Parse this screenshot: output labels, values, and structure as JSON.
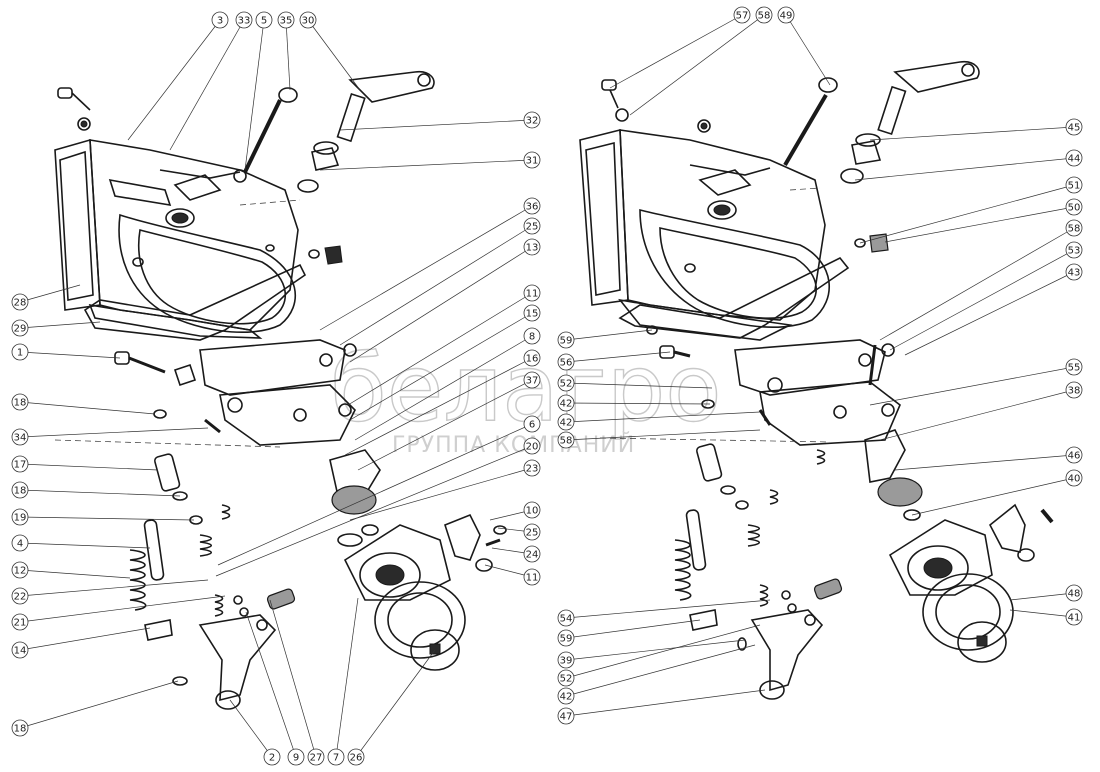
{
  "watermark": {
    "brand": "белагро",
    "subtitle": "ГРУППА КОМПАНИЙ"
  },
  "callouts_left": [
    {
      "label": "3"
    },
    {
      "label": "33"
    },
    {
      "label": "5"
    },
    {
      "label": "35"
    },
    {
      "label": "30"
    },
    {
      "label": "32"
    },
    {
      "label": "31"
    },
    {
      "label": "36"
    },
    {
      "label": "25"
    },
    {
      "label": "13"
    },
    {
      "label": "11"
    },
    {
      "label": "15"
    },
    {
      "label": "8"
    },
    {
      "label": "16"
    },
    {
      "label": "37"
    },
    {
      "label": "6"
    },
    {
      "label": "20"
    },
    {
      "label": "23"
    },
    {
      "label": "10"
    },
    {
      "label": "25"
    },
    {
      "label": "24"
    },
    {
      "label": "11"
    },
    {
      "label": "28"
    },
    {
      "label": "29"
    },
    {
      "label": "1"
    },
    {
      "label": "18"
    },
    {
      "label": "34"
    },
    {
      "label": "17"
    },
    {
      "label": "18"
    },
    {
      "label": "19"
    },
    {
      "label": "4"
    },
    {
      "label": "12"
    },
    {
      "label": "22"
    },
    {
      "label": "21"
    },
    {
      "label": "14"
    },
    {
      "label": "18"
    },
    {
      "label": "2"
    },
    {
      "label": "9"
    },
    {
      "label": "27"
    },
    {
      "label": "7"
    },
    {
      "label": "26"
    }
  ],
  "callouts_right": [
    {
      "label": "57"
    },
    {
      "label": "58"
    },
    {
      "label": "49"
    },
    {
      "label": "45"
    },
    {
      "label": "44"
    },
    {
      "label": "51"
    },
    {
      "label": "50"
    },
    {
      "label": "58"
    },
    {
      "label": "53"
    },
    {
      "label": "43"
    },
    {
      "label": "59"
    },
    {
      "label": "56"
    },
    {
      "label": "52"
    },
    {
      "label": "42"
    },
    {
      "label": "42"
    },
    {
      "label": "58"
    },
    {
      "label": "55"
    },
    {
      "label": "38"
    },
    {
      "label": "46"
    },
    {
      "label": "40"
    },
    {
      "label": "48"
    },
    {
      "label": "41"
    },
    {
      "label": "54"
    },
    {
      "label": "59"
    },
    {
      "label": "39"
    },
    {
      "label": "52"
    },
    {
      "label": "42"
    },
    {
      "label": "47"
    }
  ]
}
